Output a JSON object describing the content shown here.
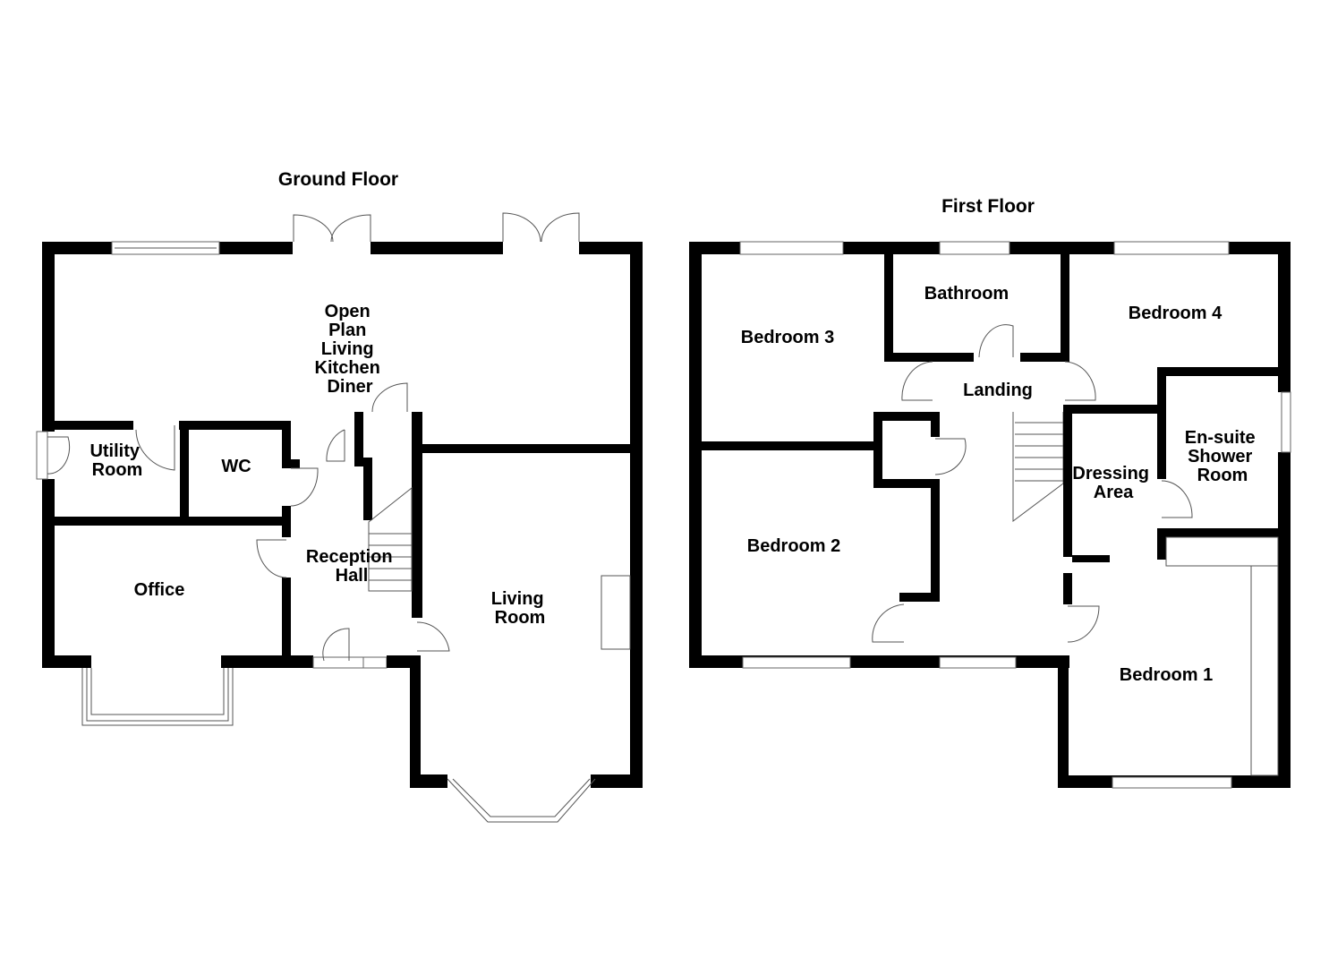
{
  "ground_floor": {
    "title": "Ground Floor",
    "rooms": {
      "open_plan": [
        "Open",
        "Plan",
        "Living",
        "Kitchen",
        "Diner"
      ],
      "utility": [
        "Utility",
        "Room"
      ],
      "wc": [
        "WC"
      ],
      "office": [
        "Office"
      ],
      "reception": [
        "Reception",
        "Hall"
      ],
      "living": [
        "Living",
        "Room"
      ]
    }
  },
  "first_floor": {
    "title": "First Floor",
    "rooms": {
      "bedroom3": [
        "Bedroom 3"
      ],
      "bathroom": [
        "Bathroom"
      ],
      "bedroom4": [
        "Bedroom 4"
      ],
      "landing": [
        "Landing"
      ],
      "ensuite": [
        "En-suite",
        "Shower",
        "Room"
      ],
      "dressing": [
        "Dressing",
        "Area"
      ],
      "bedroom2": [
        "Bedroom 2"
      ],
      "bedroom1": [
        "Bedroom 1"
      ]
    }
  },
  "colors": {
    "wall": "#000000",
    "background": "#ffffff",
    "fixture": "#555555"
  }
}
